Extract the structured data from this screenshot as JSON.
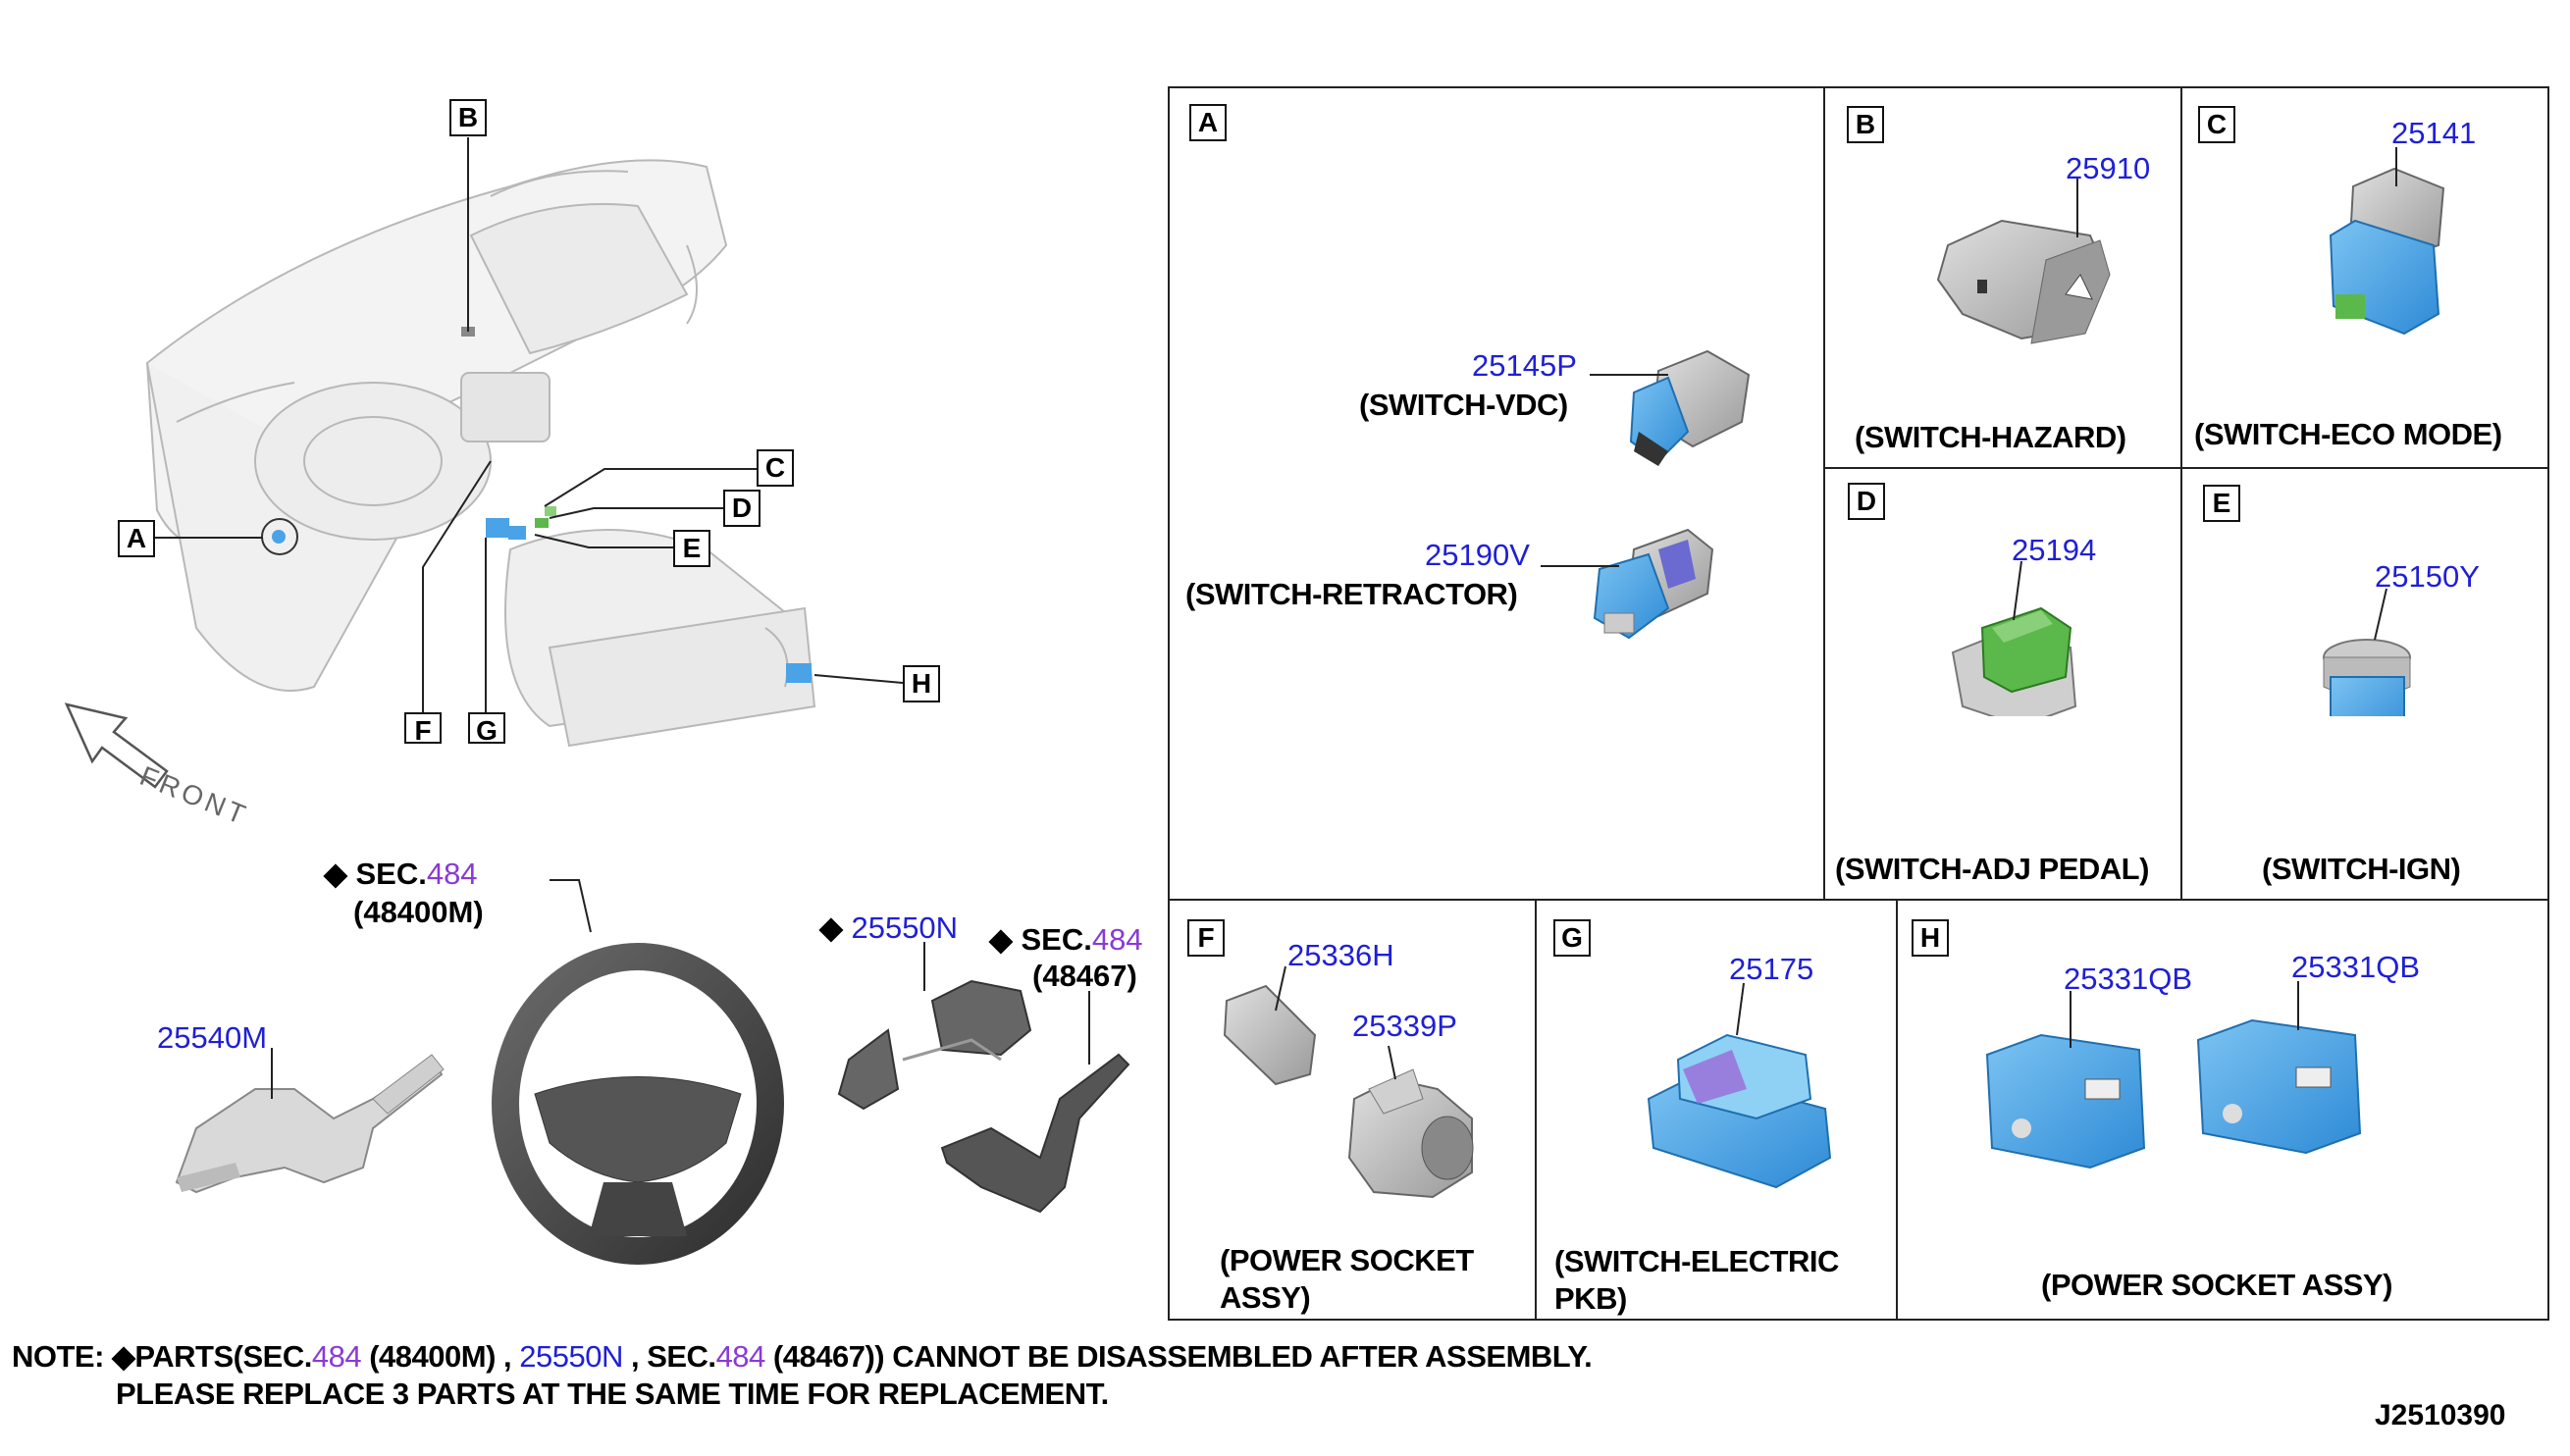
{
  "overview": {
    "callouts": [
      "A",
      "B",
      "C",
      "D",
      "E",
      "F",
      "G",
      "H"
    ],
    "front_label": "FRONT"
  },
  "sections": {
    "A": {
      "letter": "A",
      "items": [
        {
          "part": "25145P",
          "desc": "(SWITCH-VDC)"
        },
        {
          "part": "25190V",
          "desc": "(SWITCH-RETRACTOR)"
        }
      ]
    },
    "B": {
      "letter": "B",
      "part": "25910",
      "desc": "(SWITCH-HAZARD)"
    },
    "C": {
      "letter": "C",
      "part": "25141",
      "desc": "(SWITCH-ECO MODE)"
    },
    "D": {
      "letter": "D",
      "part": "25194",
      "desc": "(SWITCH-ADJ PEDAL)"
    },
    "E": {
      "letter": "E",
      "part": "25150Y",
      "desc": "(SWITCH-IGN)"
    },
    "F": {
      "letter": "F",
      "parts": [
        "25336H",
        "25339P"
      ],
      "desc_line1": "(POWER SOCKET",
      "desc_line2": "ASSY)"
    },
    "G": {
      "letter": "G",
      "part": "25175",
      "desc_line1": "(SWITCH-ELECTRIC",
      "desc_line2": "PKB)"
    },
    "H": {
      "letter": "H",
      "parts": [
        "25331QB",
        "25331QB"
      ],
      "desc": "(POWER SOCKET ASSY)"
    }
  },
  "steering": {
    "wheel_sec_prefix": "SEC.",
    "wheel_sec_num": "484",
    "wheel_part": "(48400M)",
    "combo_switch": "25540M",
    "switch_part": "25550N",
    "finisher_sec_prefix": "SEC.",
    "finisher_sec_num": "484",
    "finisher_part": "(48467)",
    "diamond": "◆"
  },
  "note": {
    "label": "NOTE:",
    "diamond": "◆",
    "parts_prefix": "PARTS(SEC.",
    "sec1": "484",
    "part1": "(48400M) ,",
    "part2": "25550N",
    "comma_sec": ", SEC.",
    "sec2": "484",
    "part3": "(48467)",
    "tail1": ") CANNOT BE DISASSEMBLED AFTER ASSEMBLY.",
    "line2": "PLEASE REPLACE 3 PARTS AT THE SAME TIME FOR REPLACEMENT."
  },
  "diagram_id": "J2510390",
  "colors": {
    "part_number": "#1f1fd6",
    "sec_link": "#8a3ad6",
    "component": "#4aa3e6",
    "green_switch": "#5bb84a"
  }
}
